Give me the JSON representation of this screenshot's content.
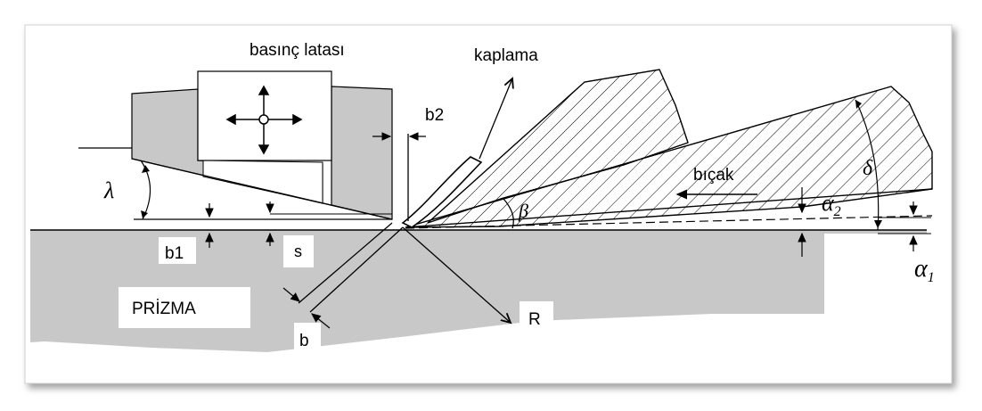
{
  "colors": {
    "background": "#ffffff",
    "prism_fill": "#c8c8c8",
    "pressure_bar_fill": "#c8c8c8",
    "line": "#000000",
    "frame_shadow": "#9a9a9a"
  },
  "labels": {
    "pressure_bar": "basınç latası",
    "coating": "kaplama",
    "knife": "bıçak",
    "prism": "PRİZMA",
    "b1": "b1",
    "b2": "b2",
    "s": "s",
    "b": "b",
    "R": "R",
    "lambda": "λ",
    "beta": "β",
    "delta": "δ",
    "alpha2": "α",
    "alpha2_sub": "2",
    "alpha1": "α",
    "alpha1_sub": "1"
  },
  "icons": {
    "move": "four-way-arrow-icon"
  }
}
